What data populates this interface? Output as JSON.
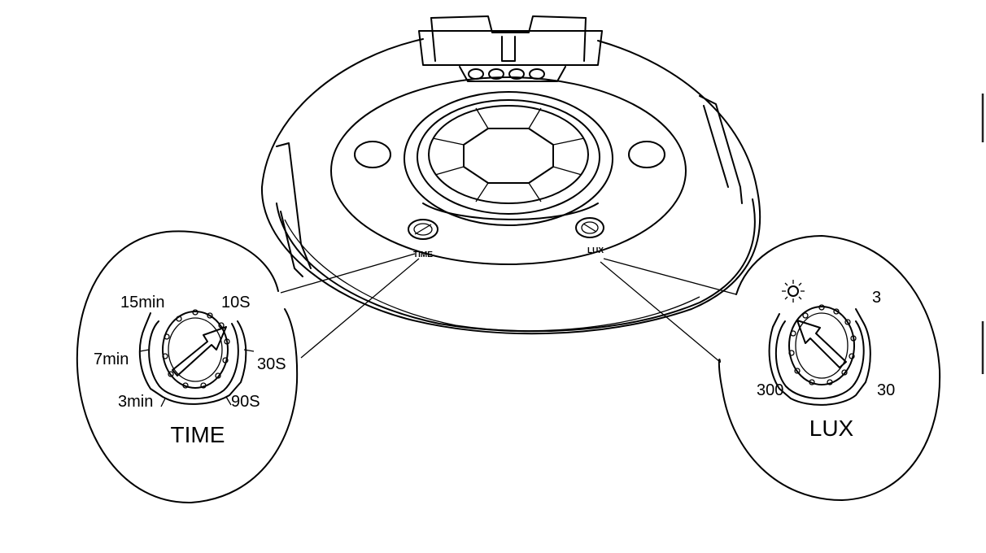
{
  "sensor": {
    "time_label_small": "TIME",
    "lux_label_small": "LUX"
  },
  "time_detail": {
    "label": "TIME",
    "marks": [
      "15min",
      "10S",
      "7min",
      "30S",
      "3min",
      "90S"
    ]
  },
  "lux_detail": {
    "label": "LUX",
    "marks": [
      "3",
      "300",
      "30"
    ],
    "sun_icon": "sun-icon"
  }
}
